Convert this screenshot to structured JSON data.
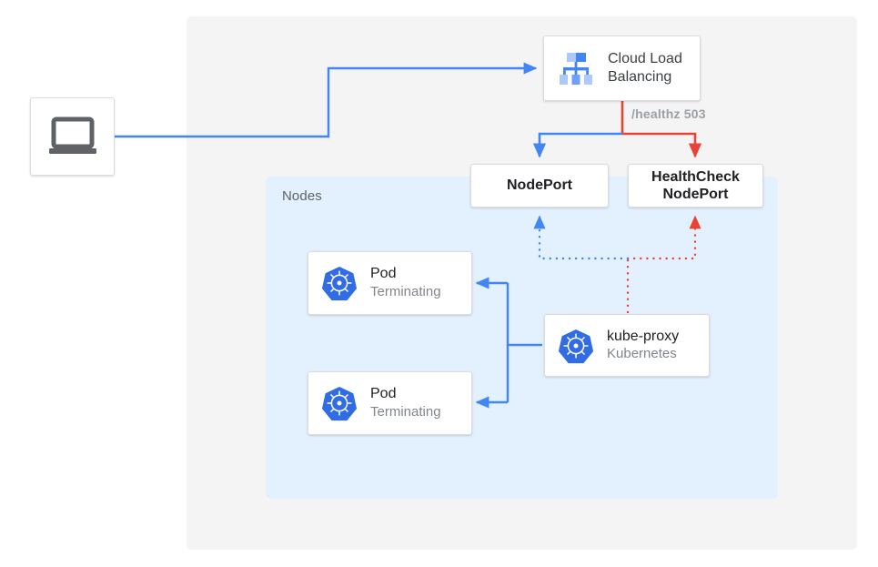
{
  "diagram": {
    "title": "Cloud Load Balancing health check to Kubernetes NodePort",
    "colors": {
      "blue": "#4285f4",
      "red": "#ea4335",
      "panel_outer": "#f4f4f4",
      "panel_nodes": "#e3f0fd",
      "card_bg": "#ffffff",
      "card_border": "#dadce0",
      "text_primary": "#202124",
      "text_secondary": "#80868b",
      "icon_gray": "#5f6368"
    }
  },
  "panels": {
    "outer": {
      "name": "platform-panel"
    },
    "nodes": {
      "label": "Nodes"
    }
  },
  "nodes": {
    "client": {
      "icon": "laptop-icon",
      "label": ""
    },
    "cloud_load_balancing": {
      "icon": "cloud-load-balancing-icon",
      "title_line1": "Cloud Load",
      "title_line2": "Balancing"
    },
    "nodeport": {
      "label": "NodePort"
    },
    "healthcheck_nodeport": {
      "label_line1": "HealthCheck",
      "label_line2": "NodePort"
    },
    "pod1": {
      "icon": "kubernetes-icon",
      "title": "Pod",
      "subtitle": "Terminating"
    },
    "pod2": {
      "icon": "kubernetes-icon",
      "title": "Pod",
      "subtitle": "Terminating"
    },
    "kube_proxy": {
      "icon": "kubernetes-icon",
      "title": "kube-proxy",
      "subtitle": "Kubernetes"
    }
  },
  "edges": {
    "healthz": {
      "label": "/healthz 503"
    },
    "client_to_clb": {
      "style": "solid",
      "color": "#4285f4"
    },
    "clb_to_nodeport": {
      "style": "solid",
      "color": "#4285f4"
    },
    "clb_to_healthcheck": {
      "style": "solid",
      "color": "#ea4335"
    },
    "kubeproxy_to_nodeport": {
      "style": "dotted",
      "color": "#4285f4"
    },
    "kubeproxy_to_healthcheck": {
      "style": "dotted",
      "color": "#ea4335"
    },
    "kubeproxy_to_pods": {
      "style": "solid",
      "color": "#4285f4"
    }
  }
}
